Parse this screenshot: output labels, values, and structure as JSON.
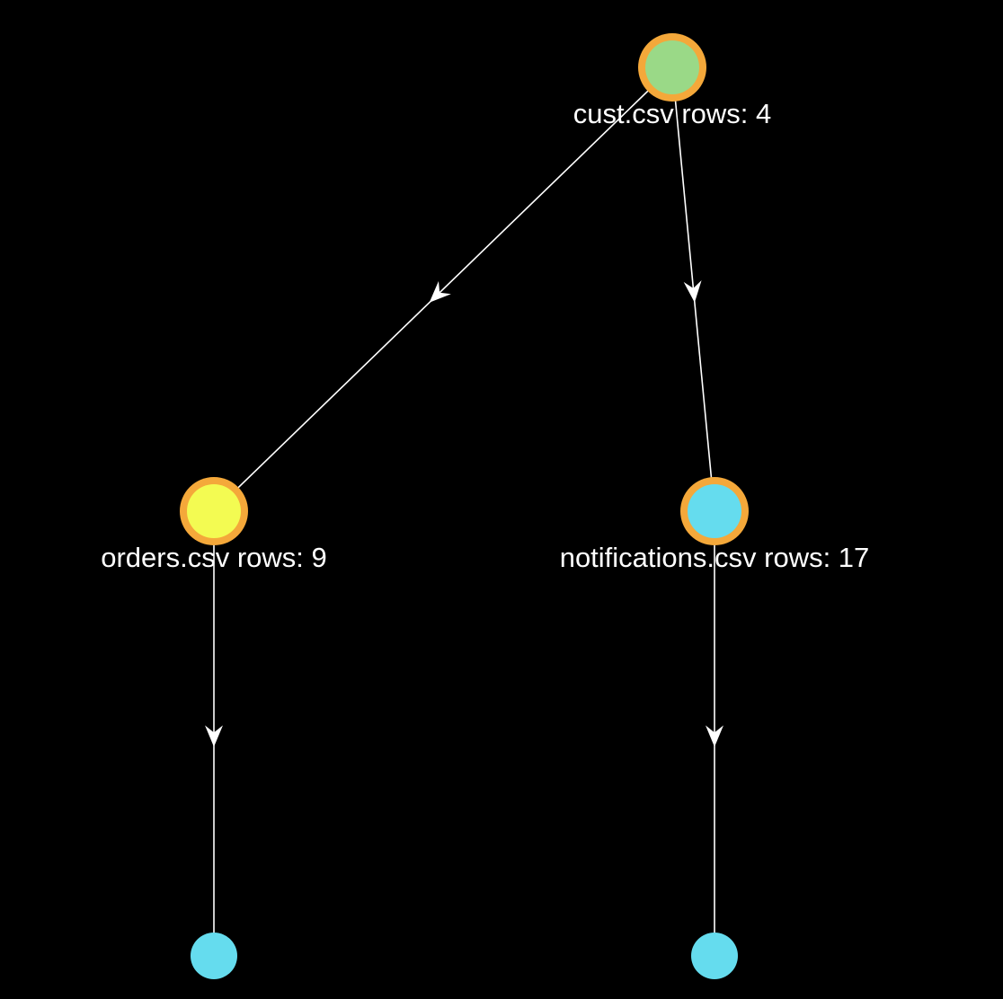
{
  "colors": {
    "background": "#000000",
    "edge": "#ffffff",
    "label": "#ffffff",
    "ring": "#f4a83a",
    "green": "#9ad987",
    "yellow": "#f3fb52",
    "cyan": "#65dcee"
  },
  "nodes": [
    {
      "id": "cust",
      "label": "cust.csv rows: 4",
      "fill": "#9ad987",
      "ring": true
    },
    {
      "id": "orders",
      "label": "orders.csv rows: 9",
      "fill": "#f3fb52",
      "ring": true
    },
    {
      "id": "notifications",
      "label": "notifications.csv rows: 17",
      "fill": "#65dcee",
      "ring": true
    },
    {
      "id": "leaf-orders",
      "label": "",
      "fill": "#65dcee",
      "ring": false
    },
    {
      "id": "leaf-notifications",
      "label": "",
      "fill": "#65dcee",
      "ring": false
    }
  ],
  "edges": [
    {
      "from": "cust",
      "to": "orders"
    },
    {
      "from": "cust",
      "to": "notifications"
    },
    {
      "from": "orders",
      "to": "leaf-orders"
    },
    {
      "from": "notifications",
      "to": "leaf-notifications"
    }
  ]
}
